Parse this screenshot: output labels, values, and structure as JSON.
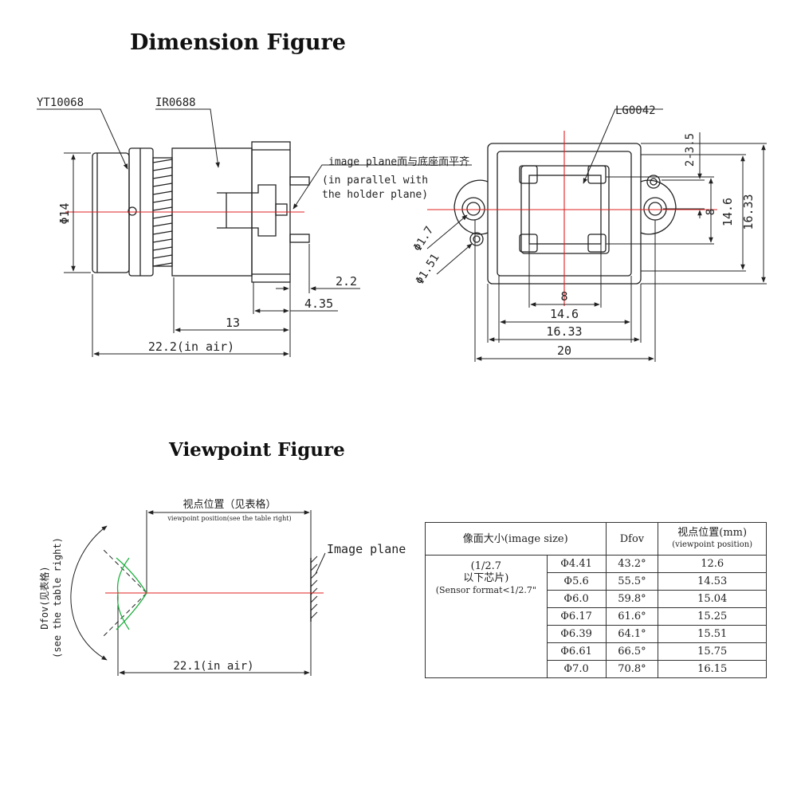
{
  "titles": {
    "dimension": "Dimension Figure",
    "viewpoint": "Viewpoint Figure"
  },
  "dimension_figure": {
    "labels": {
      "part_lens": "YT10068",
      "part_ir": "IR0688",
      "part_holder": "LG0042",
      "image_plane_note_1": "image plane面与底座面平齐",
      "image_plane_note_2": "(in parallel with",
      "image_plane_note_3": "the holder plane)"
    },
    "side_view_dims": {
      "diameter": "Φ14",
      "d_2_2": "2.2",
      "d_4_35": "4.35",
      "d_13": "13",
      "d_22_2": "22.2(in air)"
    },
    "front_view_dims": {
      "d_2_3_5": "2-3.5",
      "d_8_v": "8",
      "d_14_6_v": "14.6",
      "d_16_33_v": "16.33",
      "d_phi_1_7": "Φ1.7",
      "d_phi_1_51": "Φ1.51",
      "d_8_h": "8",
      "d_14_6_h": "14.6",
      "d_16_33_h": "16.33",
      "d_20": "20"
    }
  },
  "viewpoint_figure": {
    "vp_label_cn": "视点位置（见表格）",
    "vp_label_en": "viewpoint position(see the table right)",
    "image_plane": "Image plane",
    "dfov_cn": "Dfov(见表格)",
    "dfov_en": "(see the table right)",
    "dim_22_1": "22.1(in air)"
  },
  "table": {
    "headers": {
      "image_size": "像面大小(image size)",
      "dfov": "Dfov",
      "vp_cn": "视点位置(mm)",
      "vp_en": "(viewpoint position)"
    },
    "sensor_group": {
      "line1": "(1/2.7",
      "line2": "以下芯片)",
      "line3": "(Sensor format<1/2.7\""
    },
    "rows": [
      {
        "size": "Φ4.41",
        "dfov": "43.2°",
        "vp": "12.6"
      },
      {
        "size": "Φ5.6",
        "dfov": "55.5°",
        "vp": "14.53"
      },
      {
        "size": "Φ6.0",
        "dfov": "59.8°",
        "vp": "15.04"
      },
      {
        "size": "Φ6.17",
        "dfov": "61.6°",
        "vp": "15.25"
      },
      {
        "size": "Φ6.39",
        "dfov": "64.1°",
        "vp": "15.51"
      },
      {
        "size": "Φ6.61",
        "dfov": "66.5°",
        "vp": "15.75"
      },
      {
        "size": "Φ7.0",
        "dfov": "70.8°",
        "vp": "16.15"
      }
    ]
  },
  "colors": {
    "line": "#222222",
    "centerline": "#e02020",
    "ray": "#20b040"
  }
}
